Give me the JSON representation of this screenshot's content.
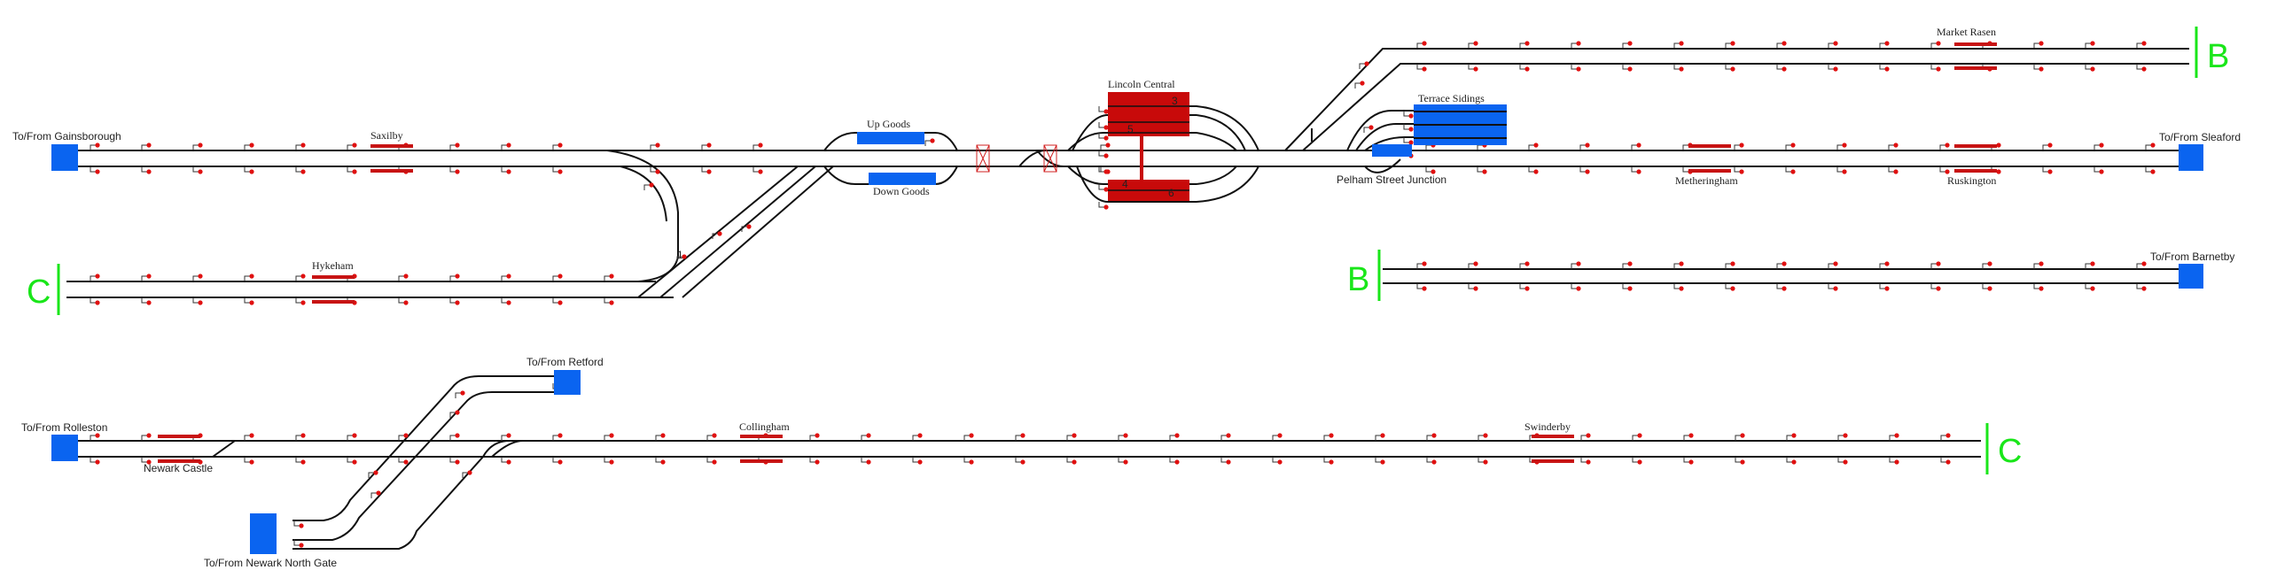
{
  "colors": {
    "track": "#111111",
    "signal": "#e01010",
    "platform": "#c81414",
    "terminal_box": "#0a64f0",
    "station_box": "#c80a0a",
    "siding": "#0a64f0",
    "connector": "#19e619",
    "crossing": "#d22222"
  },
  "labels": {
    "gainsborough": "To/From Gainsborough",
    "saxilby": "Saxilby",
    "hykeham": "Hykeham",
    "up_goods": "Up Goods",
    "down_goods": "Down Goods",
    "lincoln_central": "Lincoln Central",
    "terrace_sidings": "Terrace Sidings",
    "pelham_street": "Pelham Street Junction",
    "metheringham": "Metheringham",
    "ruskington": "Ruskington",
    "market_rasen": "Market Rasen",
    "sleaford": "To/From Sleaford",
    "barnetby": "To/From Barnetby",
    "rolleston": "To/From Rolleston",
    "newark_castle": "Newark Castle",
    "retford": "To/From Retford",
    "collingham": "Collingham",
    "swinderby": "Swinderby",
    "newark_north_gate": "To/From Newark North Gate"
  },
  "connectors": {
    "b_top": "B",
    "b_mid": "B",
    "c_left": "C",
    "c_right": "C"
  },
  "station_tracks": {
    "lincoln_central_platform_numbers": [
      "3",
      "5",
      "4",
      "6"
    ],
    "hykeham_junction_marker": "1"
  }
}
